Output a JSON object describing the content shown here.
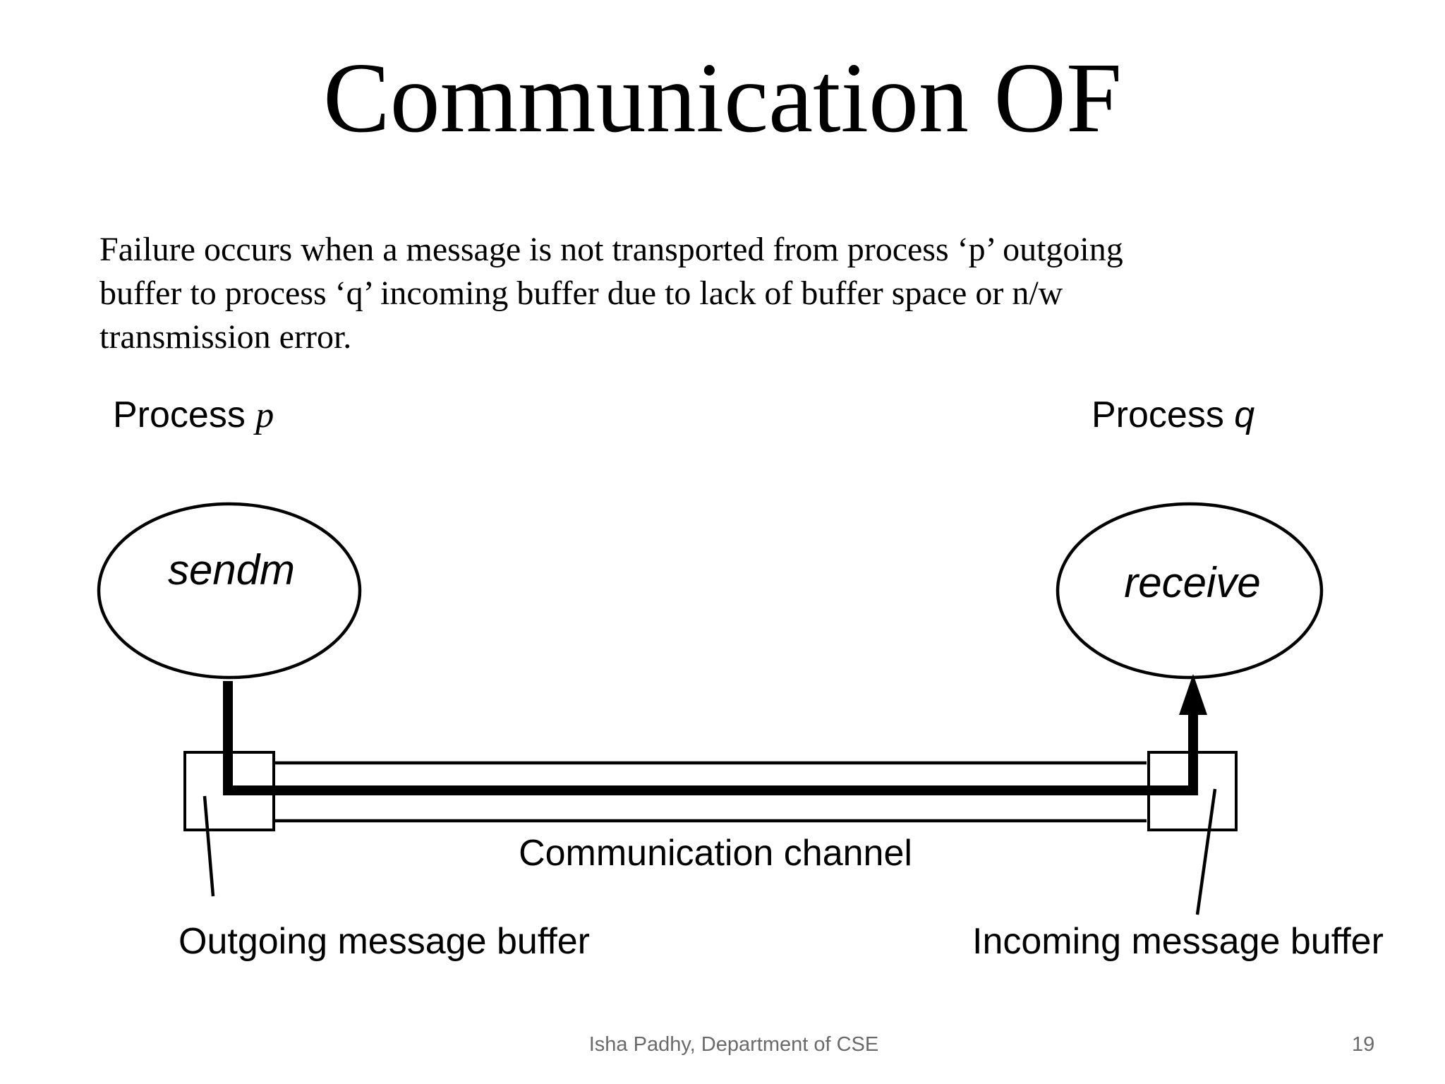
{
  "slide": {
    "title": "Communication OF",
    "body_lines": [
      "Failure occurs when a message is not transported from process ‘p’ outgoing",
      "buffer to process ‘q’ incoming buffer due to lack of buffer space or n/w",
      "transmission error."
    ]
  },
  "diagram": {
    "process_p": {
      "prefix": "Process ",
      "var": "p"
    },
    "process_q": {
      "prefix": "Process ",
      "var": "q"
    },
    "send_label": "sendm",
    "receive_label": "receive",
    "channel_label": "Communication channel",
    "outgoing_buffer_label": "Outgoing message buffer",
    "incoming_buffer_label": "Incoming message buffer"
  },
  "footer": {
    "author": "Isha Padhy, Department of CSE",
    "page_number": "19"
  }
}
